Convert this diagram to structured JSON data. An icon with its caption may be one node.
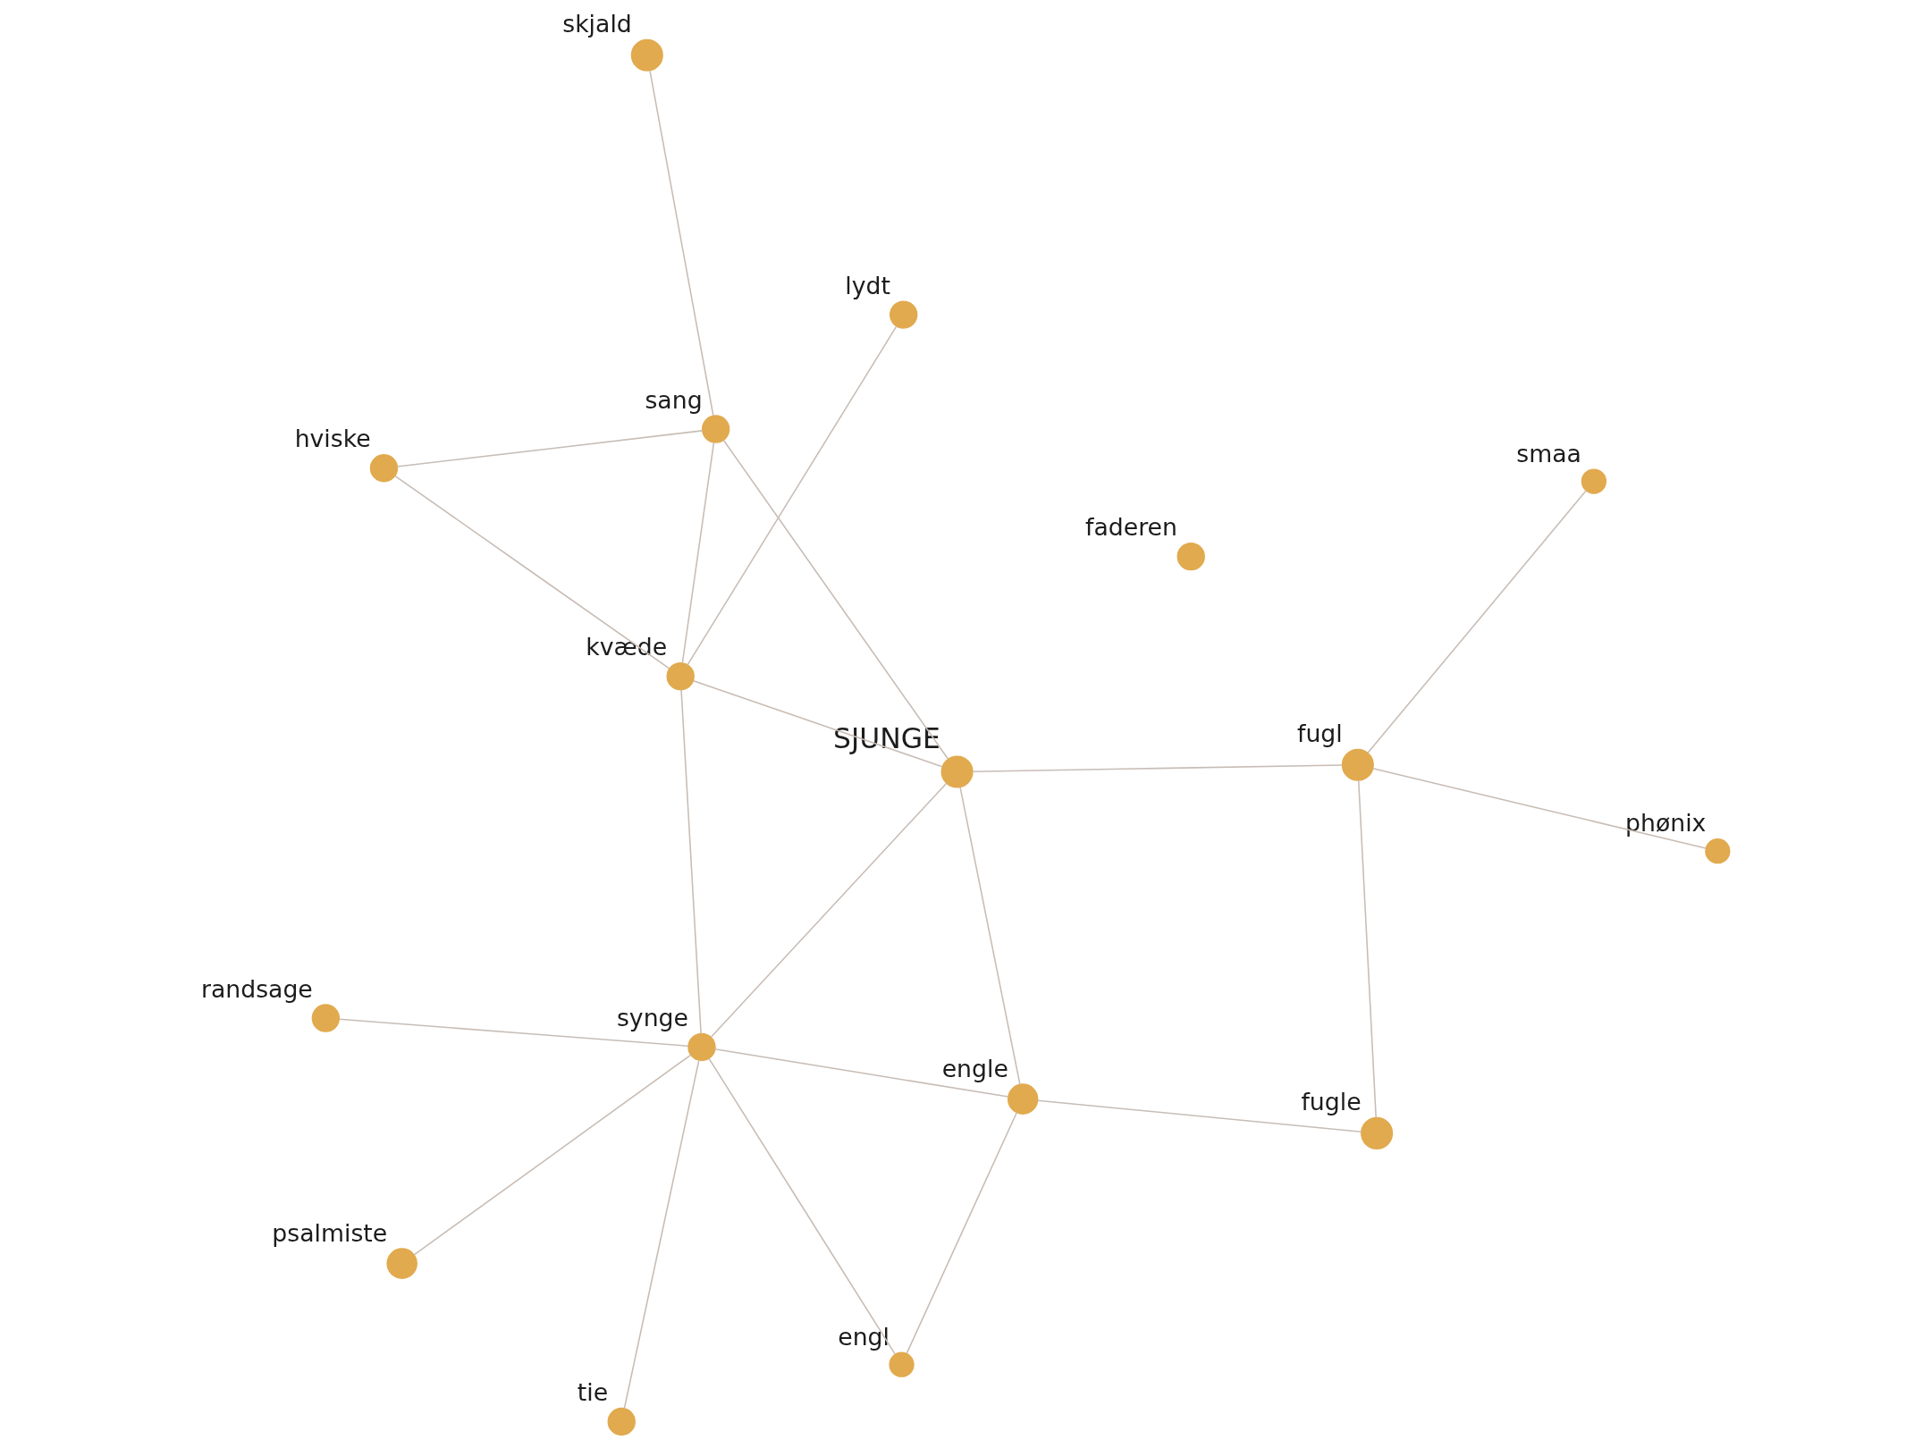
{
  "diagram": {
    "nodes": [
      {
        "text": [
          "SJUNGE"
        ]
      },
      {
        "text": [
          "phønix"
        ]
      },
      {
        "text": [
          "engle"
        ]
      },
      {
        "text": [
          "synge"
        ]
      },
      {
        "text": [
          "engl"
        ]
      },
      {
        "text": [
          "randsage"
        ]
      },
      {
        "text": [
          "skjald"
        ]
      },
      {
        "text": [
          "sang"
        ]
      },
      {
        "text": [
          "hviske"
        ]
      },
      {
        "text": [
          "faderen"
        ]
      },
      {
        "text": [
          "lydt"
        ]
      },
      {
        "text": [
          "fugl"
        ]
      },
      {
        "text": [
          "smaa"
        ]
      },
      {
        "text": [
          "tie"
        ]
      },
      {
        "text": [
          "kvæde"
        ]
      },
      {
        "text": [
          "psalmiste"
        ]
      },
      {
        "text": [
          "fugle"
        ]
      }
    ],
    "edges": [
      {
        "from": 2,
        "to": 0,
        "arrow": "none"
      },
      {
        "from": 0,
        "to": 3,
        "arrow": "none"
      },
      {
        "from": 0,
        "to": 7,
        "arrow": "none"
      },
      {
        "from": 0,
        "to": 14,
        "arrow": "none"
      },
      {
        "from": 0,
        "to": 11,
        "arrow": "none"
      },
      {
        "from": 2,
        "to": 3,
        "arrow": "none"
      },
      {
        "from": 2,
        "to": 4,
        "arrow": "none"
      },
      {
        "from": 2,
        "to": 16,
        "arrow": "none"
      },
      {
        "from": 4,
        "to": 3,
        "arrow": "none"
      },
      {
        "from": 3,
        "to": 5,
        "arrow": "none"
      },
      {
        "from": 3,
        "to": 13,
        "arrow": "none"
      },
      {
        "from": 3,
        "to": 15,
        "arrow": "none"
      },
      {
        "from": 3,
        "to": 14,
        "arrow": "none"
      },
      {
        "from": 1,
        "to": 11,
        "arrow": "none"
      },
      {
        "from": 6,
        "to": 7,
        "arrow": "none"
      },
      {
        "from": 8,
        "to": 7,
        "arrow": "none"
      },
      {
        "from": 8,
        "to": 14,
        "arrow": "none"
      },
      {
        "from": 7,
        "to": 14,
        "arrow": "none"
      },
      {
        "from": 12,
        "to": 11,
        "arrow": "none"
      },
      {
        "from": 11,
        "to": 16,
        "arrow": "none"
      },
      {
        "from": 10,
        "to": 14,
        "arrow": "none"
      }
    ]
  }
}
